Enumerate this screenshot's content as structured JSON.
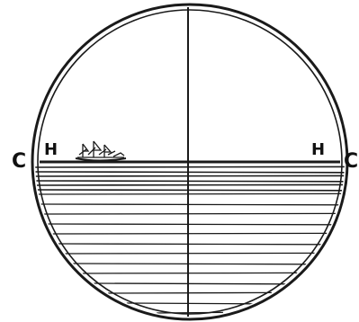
{
  "labels": {
    "c_left": "C",
    "h_left": "H",
    "h_right": "H",
    "c_right": "C"
  },
  "colors": {
    "ink": "#1a1a1a",
    "paper": "#ffffff"
  }
}
